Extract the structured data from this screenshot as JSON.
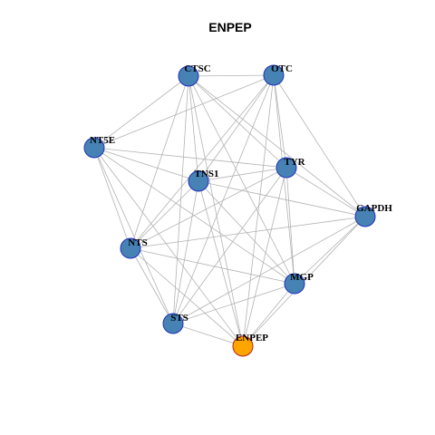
{
  "title": "ENPEP",
  "colors": {
    "node_fill": "#4682B4",
    "node_stroke": "#1f2fbf",
    "focus_fill": "#FFA500",
    "focus_stroke": "#b22222",
    "edge": "#b3b3b3"
  },
  "focus_node": "ENPEP",
  "nodes": [
    {
      "id": "CTSC",
      "label": "CTSC"
    },
    {
      "id": "OTC",
      "label": "OTC"
    },
    {
      "id": "NT5E",
      "label": "NT5E"
    },
    {
      "id": "TYR",
      "label": "TYR"
    },
    {
      "id": "TNS1",
      "label": "TNS1"
    },
    {
      "id": "GAPDH",
      "label": "GAPDH"
    },
    {
      "id": "NTS",
      "label": "NTS"
    },
    {
      "id": "MGP",
      "label": "MGP"
    },
    {
      "id": "STS",
      "label": "STS"
    },
    {
      "id": "ENPEP",
      "label": "ENPEP"
    }
  ],
  "edges": [
    [
      "CTSC",
      "OTC"
    ],
    [
      "CTSC",
      "NT5E"
    ],
    [
      "CTSC",
      "TNS1"
    ],
    [
      "CTSC",
      "TYR"
    ],
    [
      "CTSC",
      "GAPDH"
    ],
    [
      "CTSC",
      "NTS"
    ],
    [
      "CTSC",
      "MGP"
    ],
    [
      "CTSC",
      "STS"
    ],
    [
      "CTSC",
      "ENPEP"
    ],
    [
      "OTC",
      "NT5E"
    ],
    [
      "OTC",
      "TNS1"
    ],
    [
      "OTC",
      "TYR"
    ],
    [
      "OTC",
      "GAPDH"
    ],
    [
      "OTC",
      "NTS"
    ],
    [
      "OTC",
      "MGP"
    ],
    [
      "OTC",
      "STS"
    ],
    [
      "OTC",
      "ENPEP"
    ],
    [
      "NT5E",
      "TNS1"
    ],
    [
      "NT5E",
      "TYR"
    ],
    [
      "NT5E",
      "NTS"
    ],
    [
      "NT5E",
      "MGP"
    ],
    [
      "NT5E",
      "STS"
    ],
    [
      "NT5E",
      "ENPEP"
    ],
    [
      "TYR",
      "TNS1"
    ],
    [
      "TYR",
      "GAPDH"
    ],
    [
      "TYR",
      "NTS"
    ],
    [
      "TYR",
      "MGP"
    ],
    [
      "TYR",
      "STS"
    ],
    [
      "TYR",
      "ENPEP"
    ],
    [
      "TNS1",
      "GAPDH"
    ],
    [
      "TNS1",
      "NTS"
    ],
    [
      "TNS1",
      "MGP"
    ],
    [
      "TNS1",
      "STS"
    ],
    [
      "TNS1",
      "ENPEP"
    ],
    [
      "GAPDH",
      "NTS"
    ],
    [
      "GAPDH",
      "MGP"
    ],
    [
      "GAPDH",
      "STS"
    ],
    [
      "GAPDH",
      "ENPEP"
    ],
    [
      "NTS",
      "MGP"
    ],
    [
      "NTS",
      "STS"
    ],
    [
      "NTS",
      "ENPEP"
    ],
    [
      "MGP",
      "STS"
    ],
    [
      "MGP",
      "ENPEP"
    ],
    [
      "STS",
      "ENPEP"
    ]
  ]
}
